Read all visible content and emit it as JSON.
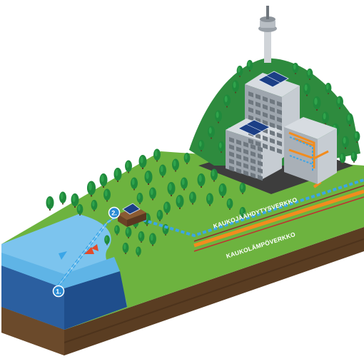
{
  "markers": [
    {
      "id": "lake-intake",
      "label": "1."
    },
    {
      "id": "pump-station",
      "label": "2."
    }
  ],
  "labels": {
    "cooling_network": "KAUKOJÄÄHDYTYSVERKKO",
    "heating_network": "KAUKOLÄMPÖVERKKO"
  },
  "icons": [
    "tv-tower-icon",
    "solar-panel-icon",
    "flow-direction-arrow-icon",
    "tree-icon",
    "office-building-icon",
    "heat-pump-plant-icon"
  ],
  "colors": {
    "grass": "#6db33f",
    "forest": "#1f8a3c",
    "lake": "#5fb4e6",
    "lake_deep": "#1f4e8c",
    "soil": "#6b4a2b",
    "cooling_pipe": "#3aa6e8",
    "heating_pipe": "#f28c1e",
    "marker": "#2a8ad4",
    "building": "#b9c0c7"
  }
}
